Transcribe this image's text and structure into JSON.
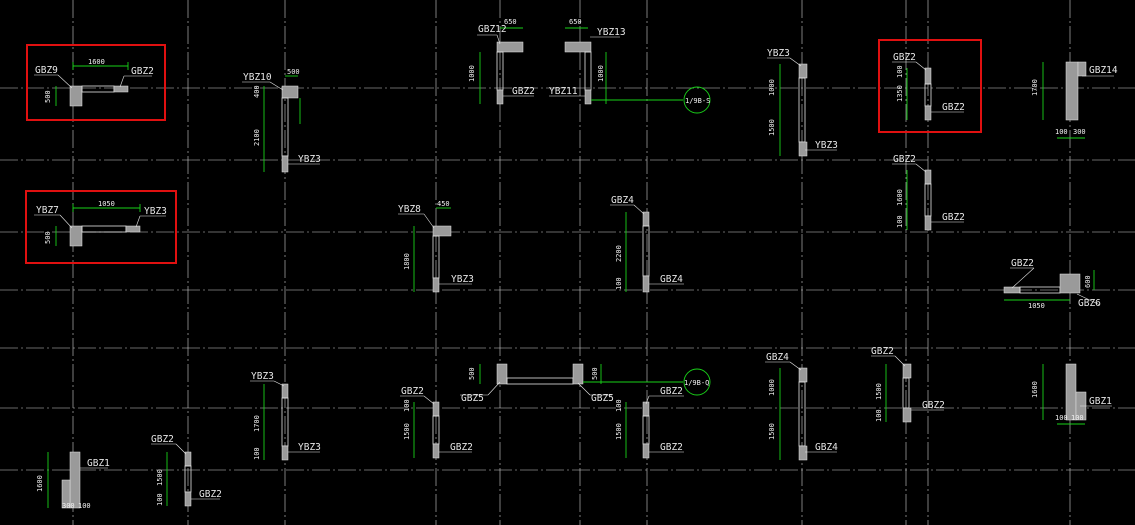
{
  "labels": {
    "gbz9": "GBZ9",
    "gbz2": "GBZ2",
    "ybz7": "YBZ7",
    "ybz3": "YBZ3",
    "ybz10": "YBZ10",
    "gbz12": "GBZ12",
    "ybz13": "YBZ13",
    "ybz11": "YBZ11",
    "ybz8": "YBZ8",
    "gbz4": "GBZ4",
    "gbz5": "GBZ5",
    "gbz14": "GBZ14",
    "gbz6": "GBZ6",
    "gbz1": "GBZ1"
  },
  "dims": {
    "d1600": "1600",
    "d500": "500",
    "d1050": "1050",
    "d400": "400",
    "d2100": "2100",
    "d650": "650",
    "d1000": "1000",
    "d1500": "1500",
    "d1350": "1350",
    "d1700": "1700",
    "d100": "100",
    "d300": "300",
    "d2200": "2200",
    "d1800": "1800",
    "d600": "600",
    "d450": "450"
  },
  "callouts": {
    "ref_s": "1/9B-S",
    "ref_q": "1/9B-Q"
  },
  "colors": {
    "background": "#000000",
    "dimension": "#19d219",
    "highlight": "#e01010",
    "axis": "#cfcfcf"
  }
}
